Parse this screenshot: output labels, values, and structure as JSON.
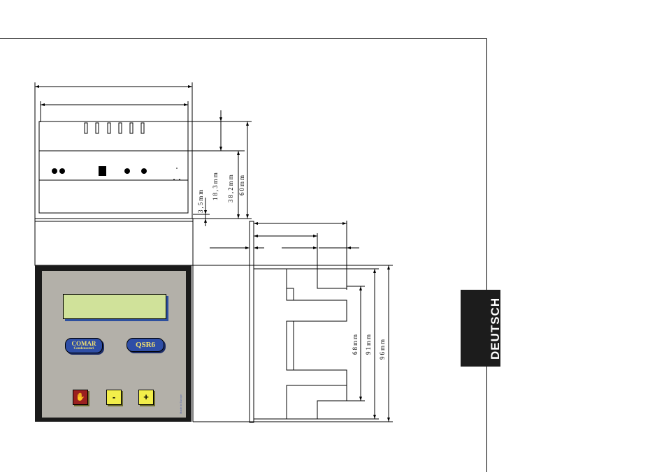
{
  "dimensions": {
    "d_3_5": "3,5mm",
    "d_18_3": "18,3mm",
    "d_38_2": "38,2mm",
    "d_60": "60mm",
    "d_68": "68mm",
    "d_91": "91mm",
    "d_96": "96mm"
  },
  "device": {
    "logo_brand": "COMAR",
    "logo_brand_sub": "Condensatori",
    "logo_model": "QSR6",
    "key_minus": "-",
    "key_plus": "+",
    "made_in": "Made in Europe"
  },
  "language_tab": "DEUTSCH",
  "colors": {
    "lcd": "#d0e29a",
    "logo": "#2f4ea6",
    "key_yellow": "#f2ee4a",
    "key_red": "#9b2020"
  }
}
